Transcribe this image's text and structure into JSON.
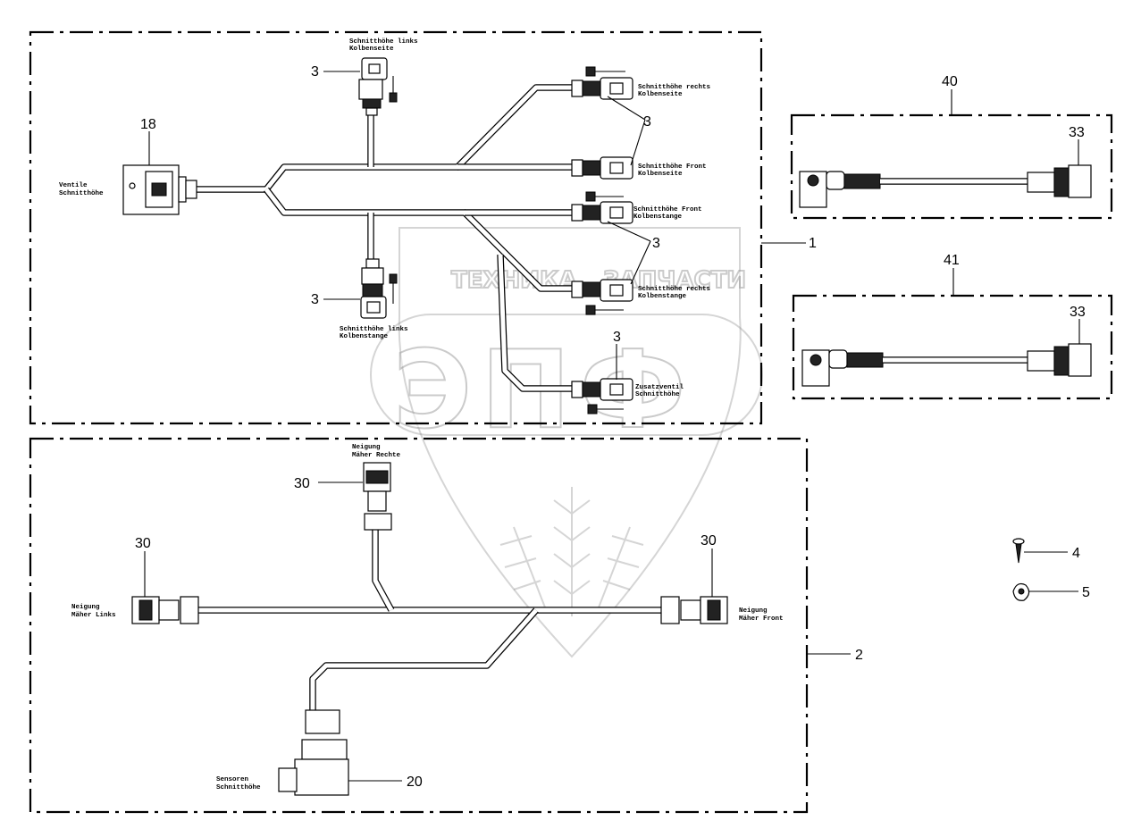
{
  "watermark": {
    "line1_left": "ТЕХНИКА",
    "line1_right": "ЗАПЧАСТИ",
    "letters": "ЭПФ"
  },
  "labels": {
    "ventile_1": "Ventile",
    "ventile_2": "Schnitthöhe",
    "links_kolbenseite_1": "Schnitthöhe links",
    "links_kolbenseite_2": "Kolbenseite",
    "rechts_kolbenseite_1": "Schnitthöhe rechts",
    "rechts_kolbenseite_2": "Kolbenseite",
    "front_kolbenseite_1": "Schnitthöhe Front",
    "front_kolbenseite_2": "Kolbenseite",
    "front_kolbenstange_1": "Schnitthöhe Front",
    "front_kolbenstange_2": "Kolbenstange",
    "rechts_kolbenstange_1": "Schnitthöhe rechts",
    "rechts_kolbenstange_2": "Kolbenstange",
    "links_kolbenstange_1": "Schnitthöhe links",
    "links_kolbenstange_2": "Kolbenstange",
    "zusatz_1": "Zusatzventil",
    "zusatz_2": "Schnitthöhe",
    "neigung_rechts_1": "Neigung",
    "neigung_rechts_2": "Mäher Rechte",
    "neigung_links_1": "Neigung",
    "neigung_links_2": "Mäher Links",
    "neigung_front_1": "Neigung",
    "neigung_front_2": "Mäher Front",
    "sensoren_1": "Sensoren",
    "sensoren_2": "Schnitthöhe"
  },
  "callouts": {
    "c18": "18",
    "c3a": "3",
    "c3b": "3",
    "c3c": "3",
    "c3d": "3",
    "c3e": "3",
    "c1": "1",
    "c40": "40",
    "c33a": "33",
    "c41": "41",
    "c33b": "33",
    "c30a": "30",
    "c30b": "30",
    "c30c": "30",
    "c4": "4",
    "c5": "5",
    "c2": "2",
    "c20": "20"
  }
}
